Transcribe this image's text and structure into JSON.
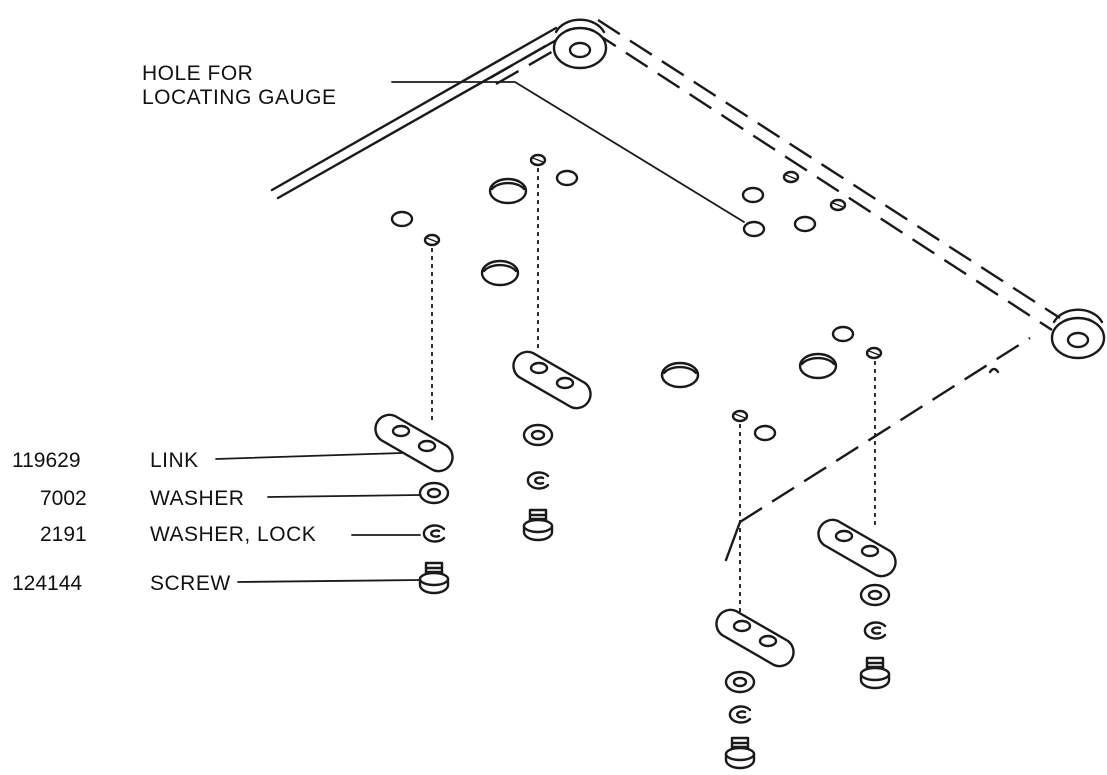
{
  "callout": {
    "line1": "HOLE FOR",
    "line2": "LOCATING GAUGE"
  },
  "parts": [
    {
      "number": "119629",
      "name": "LINK"
    },
    {
      "number": "7002",
      "name": "WASHER"
    },
    {
      "number": "2191",
      "name": "WASHER, LOCK"
    },
    {
      "number": "124144",
      "name": "SCREW"
    }
  ]
}
